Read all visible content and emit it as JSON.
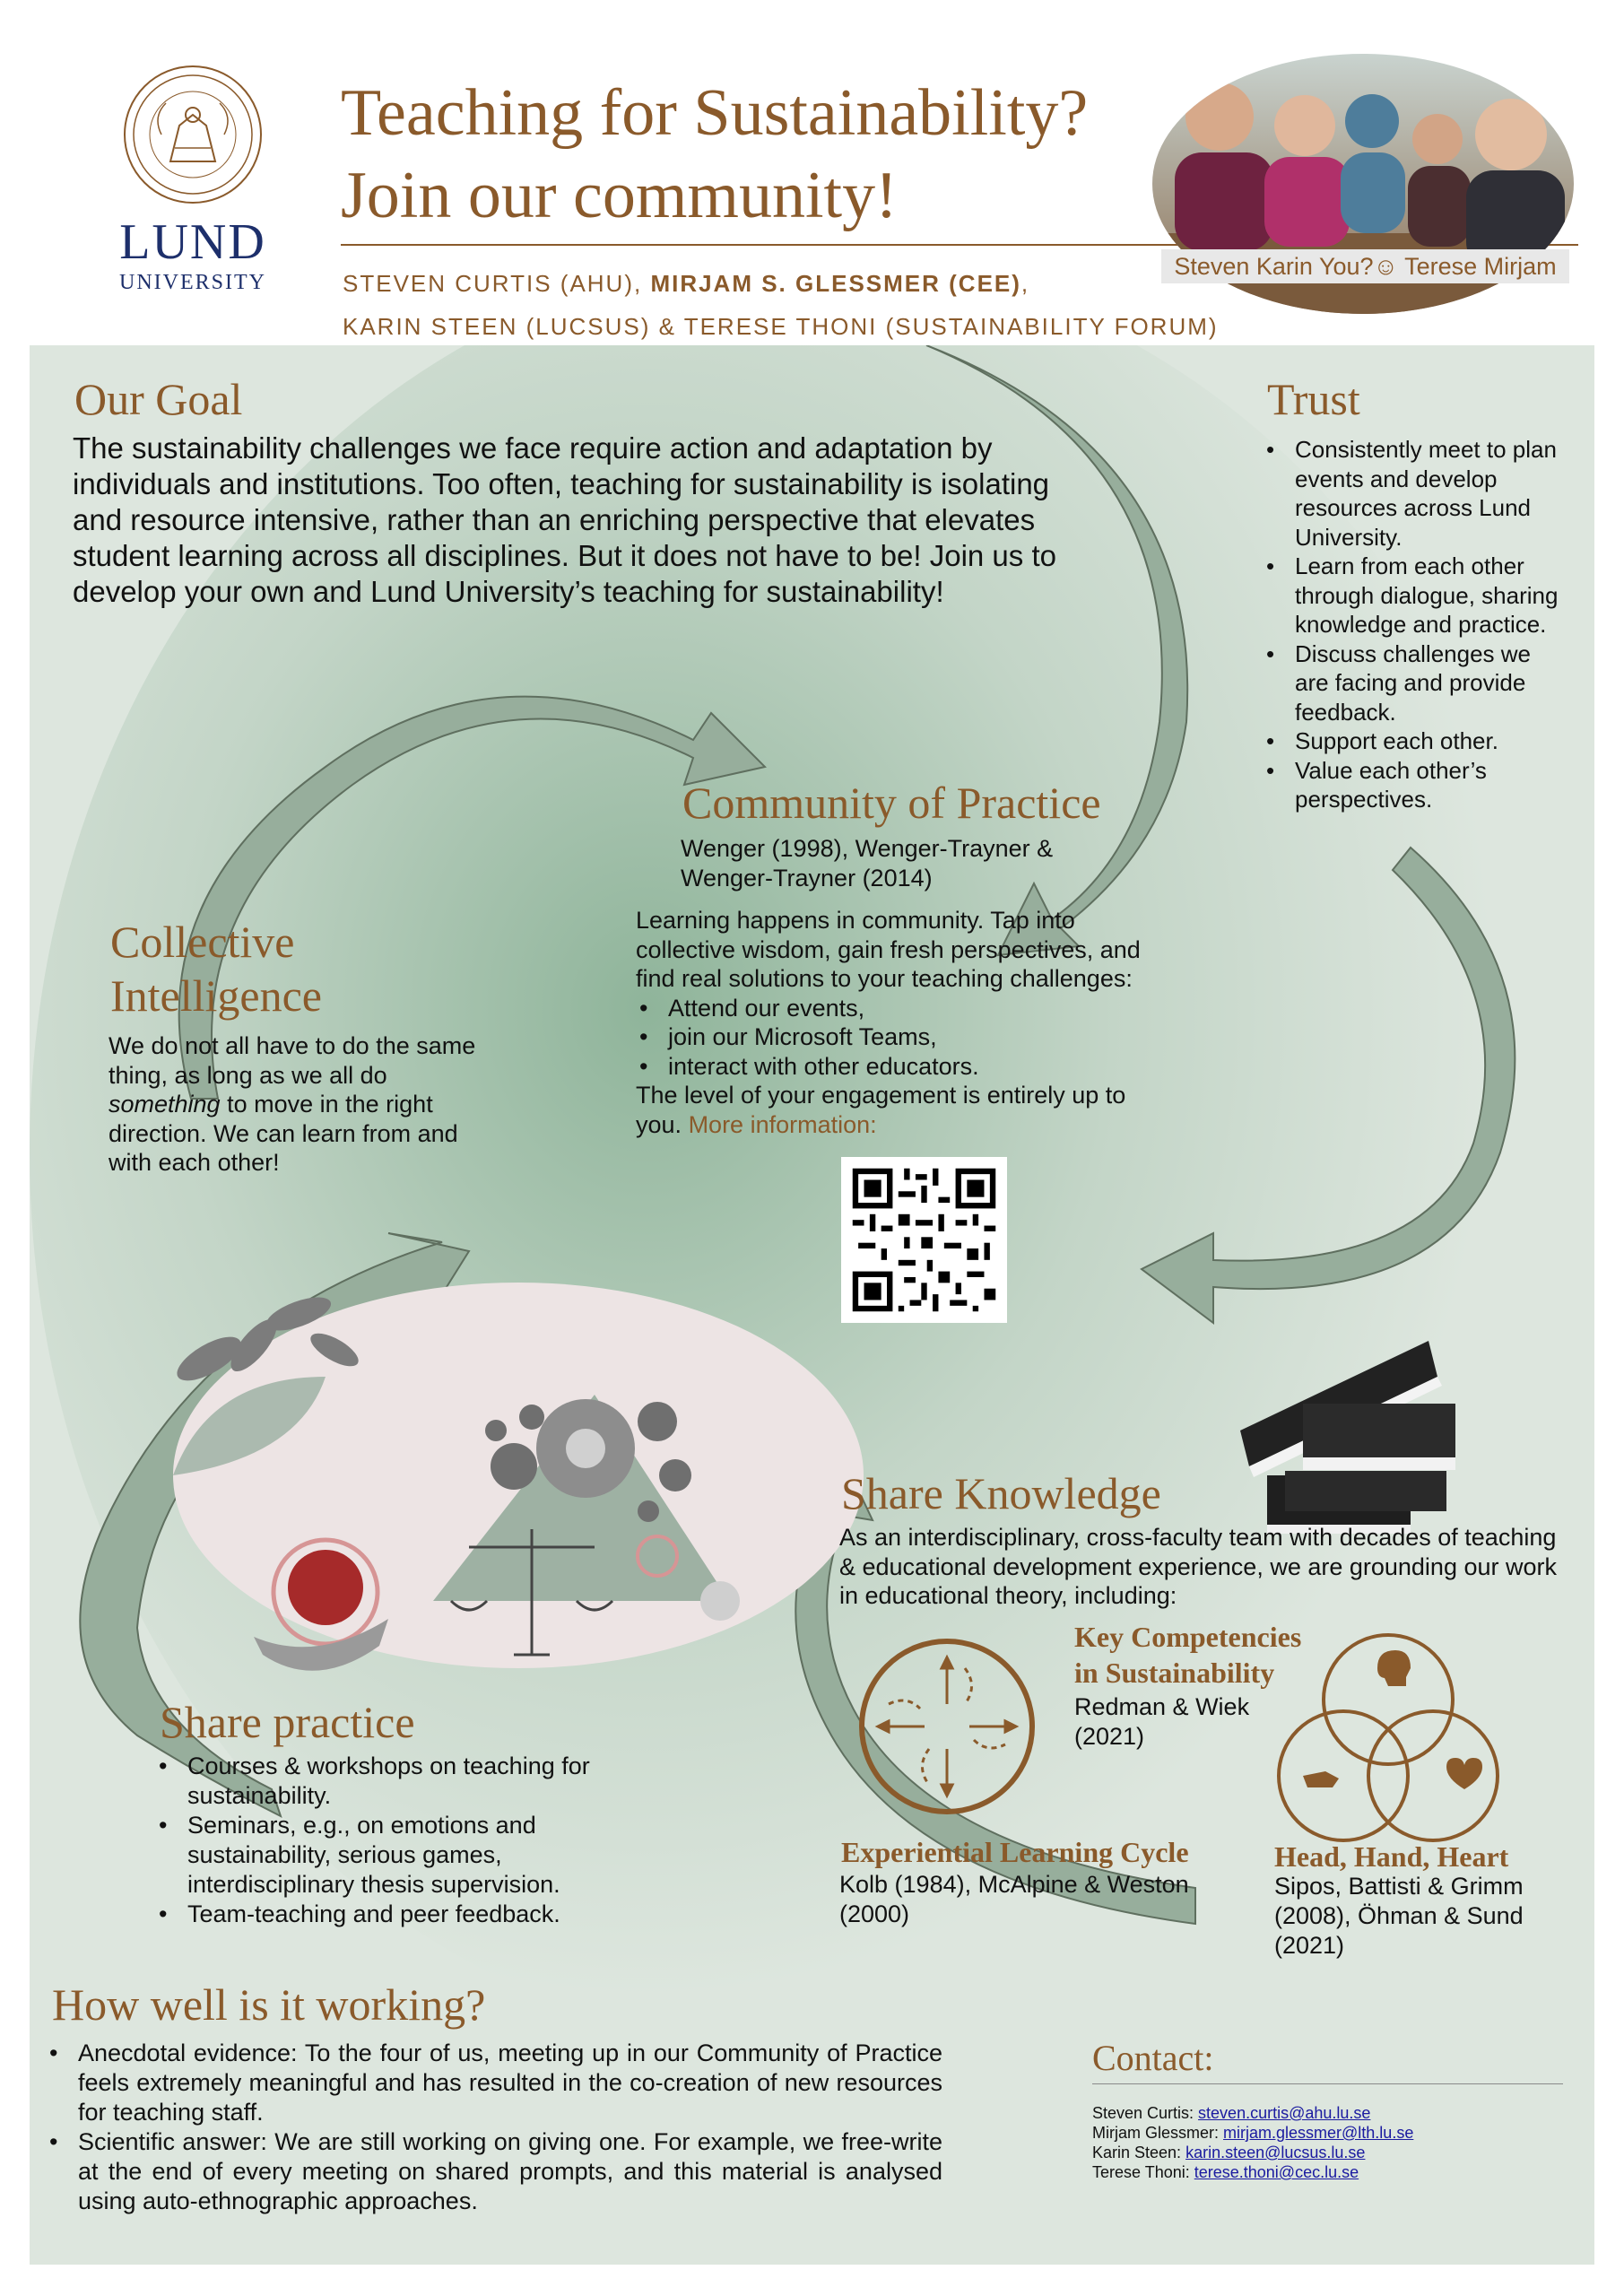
{
  "header": {
    "university_line1": "LUND",
    "university_line2": "UNIVERSITY",
    "title_line1": "Teaching for Sustainability?",
    "title_line2": "Join our community!",
    "authors_line1_a": "Steven Curtis (AHU), ",
    "authors_line1_b": "Mirjam S. Glessmer (CEE)",
    "authors_line1_c": ",",
    "authors_line2": "Karin Steen (LUCSUS) & Terese Thoni (Sustainability Forum)",
    "photo_caption": "Steven Karin You?☺ Terese Mirjam"
  },
  "goal": {
    "heading": "Our Goal",
    "text": "The sustainability challenges we face require action and adaptation by individuals and institutions. Too often, teaching for sustainability is isolating and resource intensive, rather than an enriching perspective that elevates student learning across all disciplines. But it does not have to be! Join us to develop your own and Lund University’s teaching for sustainability!"
  },
  "trust": {
    "heading": "Trust",
    "items": [
      "Consistently meet to plan events and develop resources across Lund University.",
      "Learn from each other through dialogue, sharing knowledge and practice.",
      "Discuss challenges we are facing and provide feedback.",
      "Support each other.",
      "Value each other’s perspectives."
    ]
  },
  "community": {
    "heading": "Community of Practice",
    "citation": "Wenger (1998), Wenger-Trayner & Wenger-Trayner (2014)",
    "intro": "Learning happens in community. Tap into collective wisdom, gain fresh perspectives, and find real solutions to your teaching challenges:",
    "items": [
      "Attend our events,",
      "join our Microsoft Teams,",
      "interact with other educators."
    ],
    "outro": "The level of your engagement is entirely up to you.",
    "more": "More information:"
  },
  "collective": {
    "heading_line1": "Collective",
    "heading_line2": "Intelligence",
    "text_a": "We do not all have to do the same thing, as long as we all do ",
    "text_em": "something",
    "text_b": " to move in the right direction. We can learn from and with each other!"
  },
  "share_knowledge": {
    "heading": "Share Knowledge",
    "text": "As an interdisciplinary, cross-faculty team with decades of teaching & educational development experience, we are grounding our work in educational theory, including:",
    "kcs_title_1": "Key Competencies",
    "kcs_title_2": "in Sustainability",
    "kcs_cite": "Redman & Wiek (2021)",
    "elc_title": "Experiential Learning Cycle",
    "elc_cite": "Kolb (1984), McAlpine & Weston (2000)",
    "hhh_title": "Head, Hand, Heart",
    "hhh_cite": "Sipos, Battisti & Grimm (2008), Öhman & Sund (2021)"
  },
  "share_practice": {
    "heading": "Share practice",
    "items": [
      "Courses & workshops on teaching for sustainability.",
      "Seminars, e.g., on emotions and sustainability, serious games, interdisciplinary thesis supervision.",
      "Team-teaching and peer feedback."
    ]
  },
  "how_well": {
    "heading": "How well is it working?",
    "items": [
      "Anecdotal evidence: To the four of us, meeting up in our Community of Practice feels extremely meaningful and has resulted in the co-creation of new resources for teaching staff.",
      "Scientific answer: We are still working on giving one. For example, we free-write at the end of every meeting on shared prompts, and this material is analysed using auto-ethnographic approaches."
    ]
  },
  "contact": {
    "heading": "Contact:",
    "people": [
      {
        "name": "Steven Curtis: ",
        "email": "steven.curtis@ahu.lu.se"
      },
      {
        "name": "Mirjam Glessmer: ",
        "email": "mirjam.glessmer@lth.lu.se"
      },
      {
        "name": "Karin Steen: ",
        "email": "karin.steen@lucsus.lu.se"
      },
      {
        "name": "Terese Thoni: ",
        "email": "terese.thoni@cec.lu.se"
      }
    ]
  },
  "colors": {
    "accent_brown": "#8a5a2b",
    "lund_blue": "#1d2f6b",
    "panel_green": "#dde6de",
    "arrow_green": "#9fb5a3"
  }
}
